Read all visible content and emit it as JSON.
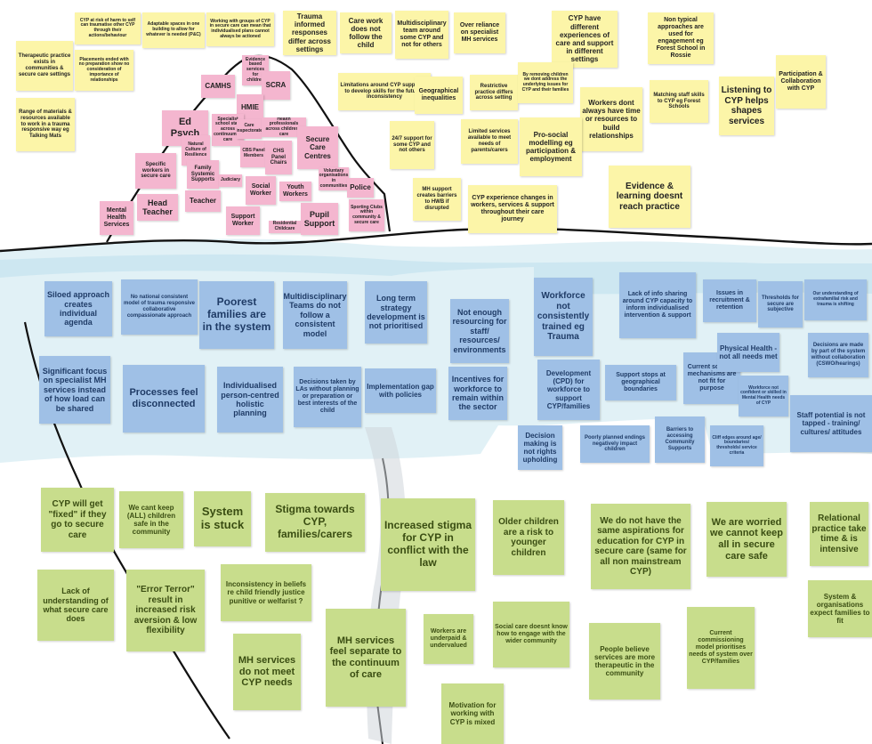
{
  "surface_notes": [
    {
      "id": "cyp-at-risk-harm",
      "text": "CYP at risk of harm to self can traumatise other CYP through their actions/behaviour"
    },
    {
      "id": "adaptable-spaces",
      "text": "Adaptable spaces in one building to allow for whatever is needed (P&C)"
    },
    {
      "id": "working-groups-cyp",
      "text": "Working with groups of CYP in secure care can mean that individualised plans cannot always be actioned"
    },
    {
      "id": "trauma-informed",
      "text": "Trauma informed responses differ across settings"
    },
    {
      "id": "care-work-follow",
      "text": "Care work does not follow the child"
    },
    {
      "id": "multidisciplinary-team",
      "text": "Multidisciplinary team around some CYP and not for others"
    },
    {
      "id": "over-reliance",
      "text": "Over reliance on specialist MH services"
    },
    {
      "id": "different-experiences",
      "text": "CYP have different experiences of care and support in different settings"
    },
    {
      "id": "non-typical-approaches",
      "text": "Non typical approaches are used for engagement eg Forest School in Rossie"
    },
    {
      "id": "therapeutic-practice",
      "text": "Therapeutic practice exists in communities & secure care settings"
    },
    {
      "id": "placements-ended",
      "text": "Placements ended with no preparation show no consideration of importance of relationships"
    },
    {
      "id": "range-materials",
      "text": "Range of materials & resources available to work in a trauma responsive way eg Talking Mats"
    },
    {
      "id": "limitations-cyp",
      "text": "Limitations around CYP supported to develop skills for the future - inconsistency"
    },
    {
      "id": "geographical-inequalities",
      "text": "Geographical inequalities"
    },
    {
      "id": "restrictive-practice",
      "text": "Restrictive practice differs across setting"
    },
    {
      "id": "by-removing-children",
      "text": "By removing children we dont address the underlying issues for CYP and their families"
    },
    {
      "id": "workers-dont-time",
      "text": "Workers dont always have time or resources to build relationships"
    },
    {
      "id": "matching-staff-skills",
      "text": "Matching staff skills to CYP eg Forest Schools"
    },
    {
      "id": "listening-cyp",
      "text": "Listening to CYP helps shapes services"
    },
    {
      "id": "participation-collab",
      "text": "Participation & Collaboration with CYP"
    },
    {
      "id": "support-24-7",
      "text": "24/7 support for some CYP and not others"
    },
    {
      "id": "limited-services",
      "text": "Limited services available to meet needs of parents/carers"
    },
    {
      "id": "pro-social-modelling",
      "text": "Pro-social modelling eg participation & employment"
    },
    {
      "id": "evidence-learning",
      "text": "Evidence & learning doesnt reach practice"
    },
    {
      "id": "mh-support-barriers",
      "text": "MH support creates barriers to HWB if disrupted"
    },
    {
      "id": "cyp-experience-changes",
      "text": "CYP experience changes in workers, services & support throughout their care journey"
    }
  ],
  "agency_notes": [
    {
      "id": "evidence-based",
      "text": "Evidence based services for children"
    },
    {
      "id": "camhs",
      "text": "CAMHS"
    },
    {
      "id": "scra",
      "text": "SCRA"
    },
    {
      "id": "hmie",
      "text": "HMIE"
    },
    {
      "id": "ed-psych",
      "text": "Ed Psych"
    },
    {
      "id": "specialist-school-staff",
      "text": "Specialist school staff across continuum of care"
    },
    {
      "id": "care-inspectorate",
      "text": "Care Inspectorate"
    },
    {
      "id": "health-professionals",
      "text": "Health professionals across children's care"
    },
    {
      "id": "natural-culture",
      "text": "Natural Culture of Resilience"
    },
    {
      "id": "cbs-panel-members",
      "text": "CBS Panel Members"
    },
    {
      "id": "chs-panel-chairs",
      "text": "CHS Panel Chairs"
    },
    {
      "id": "secure-care-centres",
      "text": "Secure Care Centres"
    },
    {
      "id": "specific-workers-secure",
      "text": "Specific workers in secure care"
    },
    {
      "id": "family-systemic",
      "text": "Family Systemic Supports"
    },
    {
      "id": "judiciary",
      "text": "Judiciary"
    },
    {
      "id": "voluntary-orgs",
      "text": "Voluntary organisations in communities"
    },
    {
      "id": "police",
      "text": "Police"
    },
    {
      "id": "head-teacher",
      "text": "Head Teacher"
    },
    {
      "id": "teacher",
      "text": "Teacher"
    },
    {
      "id": "social-worker",
      "text": "Social Worker"
    },
    {
      "id": "youth-workers",
      "text": "Youth Workers"
    },
    {
      "id": "sporting-clubs",
      "text": "Sporting Clubs within community & secure care"
    },
    {
      "id": "mental-health-services",
      "text": "Mental Health Services"
    },
    {
      "id": "support-worker",
      "text": "Support Worker"
    },
    {
      "id": "residential-childcare",
      "text": "Residential Childcare"
    },
    {
      "id": "pupil-support",
      "text": "Pupil Support"
    }
  ],
  "structural_notes": [
    {
      "id": "siloed-approach",
      "text": "Siloed approach creates individual agenda"
    },
    {
      "id": "no-national-model",
      "text": "No national consistent model of trauma responsive collaborative compassionate approach"
    },
    {
      "id": "poorest-families",
      "text": "Poorest families are in the system"
    },
    {
      "id": "multidisciplinary-teams",
      "text": "Multidisciplinary Teams do not follow a consistent model"
    },
    {
      "id": "long-term-strategy",
      "text": "Long term strategy development is not prioritised"
    },
    {
      "id": "not-enough-resourcing",
      "text": "Not enough resourcing for staff/ resources/ environments"
    },
    {
      "id": "workforce-not-trained",
      "text": "Workforce not consistently trained eg Trauma"
    },
    {
      "id": "lack-info-sharing",
      "text": "Lack of info sharing around CYP capacity to inform individualised intervention & support"
    },
    {
      "id": "issues-recruitment",
      "text": "Issues in recruitment & retention"
    },
    {
      "id": "thresholds-secure",
      "text": "Thresholds for secure are subjective"
    },
    {
      "id": "our-understanding",
      "text": "Our understanding of extrafamilial risk and trauma is shifting"
    },
    {
      "id": "significant-focus",
      "text": "Significant focus on specialist MH services instead of how load can be shared"
    },
    {
      "id": "processes-disconnected",
      "text": "Processes feel disconnected"
    },
    {
      "id": "individualised-planning",
      "text": "Individualised person-centred holistic planning"
    },
    {
      "id": "decisions-by-las",
      "text": "Decisions taken by LAs without planning or preparation or best interests of the child"
    },
    {
      "id": "implementation-gap",
      "text": "Implementation gap with policies"
    },
    {
      "id": "incentives-workforce",
      "text": "Incentives for workforce to remain within the sector"
    },
    {
      "id": "development-cpd",
      "text": "Development (CPD) for workforce to support CYP/families"
    },
    {
      "id": "support-stops",
      "text": "Support stops at geographical boundaries"
    },
    {
      "id": "current-scrutiny",
      "text": "Current scrutiny mechanisms are not fit for purpose"
    },
    {
      "id": "physical-health",
      "text": "Physical Health - not all needs met"
    },
    {
      "id": "decisions-made",
      "text": "Decisions are made by part of the system without collaboration (CSWO/hearings)"
    },
    {
      "id": "workforce-not-confident",
      "text": "Workforce not confident or skilled in Mental Health needs of CYP"
    },
    {
      "id": "staff-potential",
      "text": "Staff potential is not tapped - training/ cultures/ attitudes"
    },
    {
      "id": "decision-making",
      "text": "Decision making is not rights upholding"
    },
    {
      "id": "poorly-planned-endings",
      "text": "Poorly planned endings negatively impact children"
    },
    {
      "id": "barriers-community",
      "text": "Barriers to accessing Community Supports"
    },
    {
      "id": "cliff-edges",
      "text": "Cliff edges around age/ boundaries/ thresholds/ service criteria"
    }
  ],
  "mindset_notes": [
    {
      "id": "cyp-fixed",
      "text": "CYP will get \"fixed\" if they go to secure care"
    },
    {
      "id": "cant-keep-safe",
      "text": "We cant keep (ALL) children safe in the community"
    },
    {
      "id": "system-stuck",
      "text": "System is stuck"
    },
    {
      "id": "stigma-cyp",
      "text": "Stigma towards CYP, families/carers"
    },
    {
      "id": "increased-stigma",
      "text": "Increased stigma for CYP in conflict with the law"
    },
    {
      "id": "older-children-risk",
      "text": "Older children are a risk to younger children"
    },
    {
      "id": "same-aspirations",
      "text": "We do not have the same aspirations for education for CYP in secure care (same for all non mainstream CYP)"
    },
    {
      "id": "worried-secure",
      "text": "We are worried we cannot keep all in secure care safe"
    },
    {
      "id": "relational-practice",
      "text": "Relational practice take time & is intensive"
    },
    {
      "id": "lack-understanding",
      "text": "Lack of understanding of what secure care does"
    },
    {
      "id": "error-terror",
      "text": "\"Error Terror\" result in increased risk aversion & low flexibility"
    },
    {
      "id": "inconsistency-beliefs",
      "text": "Inconsistency in beliefs re child friendly justice punitive or welfarist ?"
    },
    {
      "id": "mh-separate",
      "text": "MH services feel separate to the continuum of care"
    },
    {
      "id": "workers-underpaid",
      "text": "Workers are underpaid & undervalued"
    },
    {
      "id": "social-care-engage",
      "text": "Social care doesnt know how to engage with the wider community"
    },
    {
      "id": "people-believe",
      "text": "People believe services are more therapeutic in the community"
    },
    {
      "id": "current-commissioning",
      "text": "Current commissioning model prioritises needs of system over CYP/families"
    },
    {
      "id": "system-organisations",
      "text": "System & organisations expect families to fit"
    },
    {
      "id": "mh-do-not-meet",
      "text": "MH services do not meet CYP needs"
    },
    {
      "id": "motivation-mixed",
      "text": "Motivation for working with CYP is mixed"
    }
  ],
  "colors": {
    "surface": "#fcf5a8",
    "agency": "#f4b6cf",
    "structural": "#9fc0e6",
    "mindset": "#c8dd8c",
    "water": "#dceef5",
    "iceberg_outline": "#111111"
  }
}
